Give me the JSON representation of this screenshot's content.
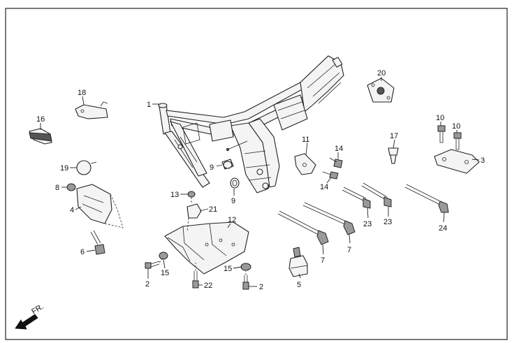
{
  "diagram": {
    "labels": {
      "l1": "1",
      "l2a": "2",
      "l2b": "2",
      "l3": "3",
      "l4": "4",
      "l5": "5",
      "l6": "6",
      "l7a": "7",
      "l7b": "7",
      "l8": "8",
      "l9a": "9",
      "l9b": "9",
      "l10a": "10",
      "l10b": "10",
      "l11": "11",
      "l12": "12",
      "l13": "13",
      "l14a": "14",
      "l14b": "14",
      "l15a": "15",
      "l15b": "15",
      "l16": "16",
      "l17": "17",
      "l18": "18",
      "l19": "19",
      "l20": "20",
      "l21": "21",
      "l22": "22",
      "l23a": "23",
      "l23b": "23",
      "l24": "24"
    },
    "direction_label": "FR."
  }
}
